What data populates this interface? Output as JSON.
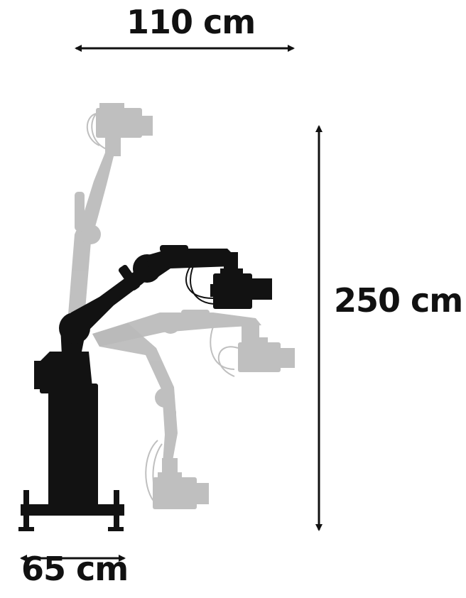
{
  "dimensions": {
    "reach_width": "110 cm",
    "max_height": "250 cm",
    "base_width": "65 cm"
  },
  "colors": {
    "robot": "#121212",
    "ghost": "#b8b8b8",
    "arrow": "#111111",
    "background": "#ffffff"
  },
  "icons": {
    "robot": "robot-arm-icon",
    "camera": "cinema-camera-icon"
  }
}
